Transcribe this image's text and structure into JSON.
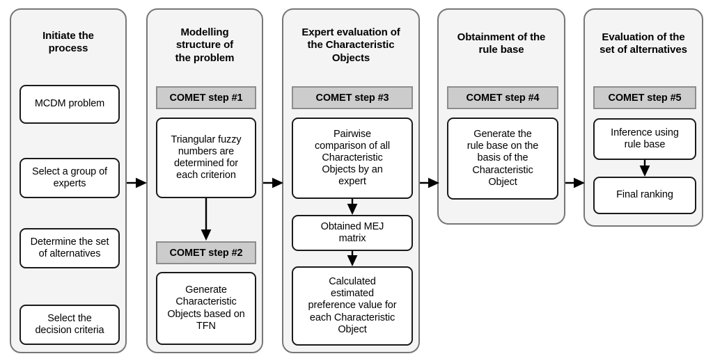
{
  "diagram": {
    "title": "COMET method procedure flowchart",
    "colors": {
      "panel_background": "#f4f4f4",
      "panel_border": "#767676",
      "node_background": "#ffffff",
      "node_border": "#1a1a1a",
      "step_chip_background": "#cccccc",
      "step_chip_border": "#8c8c8c",
      "arrow": "#000000",
      "page_background": "#ffffff"
    },
    "stages": [
      {
        "id": "stage-1",
        "title": "Initiate the\nprocess",
        "step_label": null,
        "nodes": [
          {
            "id": "node-mcdm-problem",
            "text": "MCDM problem"
          },
          {
            "id": "node-select-experts",
            "text": "Select a group of\nexperts"
          },
          {
            "id": "node-determine-alternatives",
            "text": "Determine the set\nof alternatives"
          },
          {
            "id": "node-select-criteria",
            "text": "Select the\ndecision criteria"
          }
        ]
      },
      {
        "id": "stage-2",
        "title": "Modelling\nstructure of\nthe problem",
        "step_label": "COMET step #1",
        "step_label_2": "COMET step #2",
        "nodes": [
          {
            "id": "node-tfn",
            "text": "Triangular fuzzy\nnumbers are\ndetermined for\neach criterion"
          },
          {
            "id": "node-generate-co",
            "text": "Generate\nCharacteristic\nObjects based on\nTFN"
          }
        ]
      },
      {
        "id": "stage-3",
        "title": "Expert evaluation of\nthe Characteristic\nObjects",
        "step_label": "COMET step #3",
        "nodes": [
          {
            "id": "node-pairwise",
            "text": "Pairwise\ncomparison of all\nCharacteristic\nObjects by an\nexpert"
          },
          {
            "id": "node-mej",
            "text": "Obtained MEJ\nmatrix"
          },
          {
            "id": "node-preference",
            "text": "Calculated\nestimated\npreference value for\neach Characteristic\nObject"
          }
        ]
      },
      {
        "id": "stage-4",
        "title": "Obtainment of the\nrule base",
        "step_label": "COMET step #4",
        "nodes": [
          {
            "id": "node-rule-base",
            "text": "Generate the\nrule base on the\nbasis of the\nCharacteristic\nObject"
          }
        ]
      },
      {
        "id": "stage-5",
        "title": "Evaluation of the\nset of alternatives",
        "step_label": "COMET step #5",
        "nodes": [
          {
            "id": "node-inference",
            "text": "Inference using\nrule base"
          },
          {
            "id": "node-final-ranking",
            "text": "Final ranking"
          }
        ]
      }
    ],
    "connectors": [
      {
        "id": "connector-stage1-stage2",
        "from": "stage-1",
        "to": "stage-2",
        "direction": "right"
      },
      {
        "id": "connector-stage2-stage3",
        "from": "stage-2",
        "to": "stage-3",
        "direction": "right"
      },
      {
        "id": "connector-stage3-stage4",
        "from": "stage-3",
        "to": "stage-4",
        "direction": "right"
      },
      {
        "id": "connector-stage4-stage5",
        "from": "stage-4",
        "to": "stage-5",
        "direction": "right"
      },
      {
        "id": "connector-tfn-step2",
        "from": "node-tfn",
        "to": "step-2-chip",
        "direction": "down"
      },
      {
        "id": "connector-pairwise-mej",
        "from": "node-pairwise",
        "to": "node-mej",
        "direction": "down"
      },
      {
        "id": "connector-mej-preference",
        "from": "node-mej",
        "to": "node-preference",
        "direction": "down"
      },
      {
        "id": "connector-inference-final",
        "from": "node-inference",
        "to": "node-final-ranking",
        "direction": "down"
      }
    ]
  }
}
